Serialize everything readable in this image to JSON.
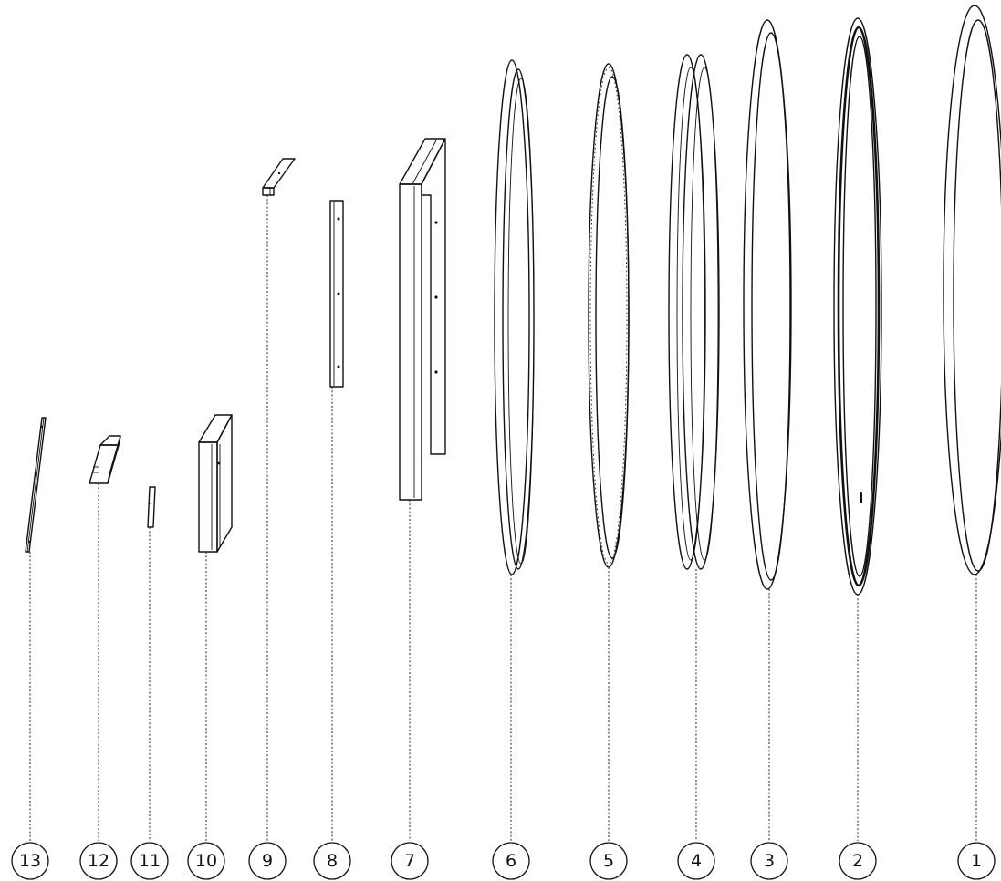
{
  "part_labels": [
    "1",
    "2",
    "3",
    "4",
    "5",
    "6",
    "7",
    "8",
    "9",
    "10",
    "11",
    "12",
    "13"
  ],
  "colors": {
    "line": "#111111",
    "background": "#ffffff"
  }
}
